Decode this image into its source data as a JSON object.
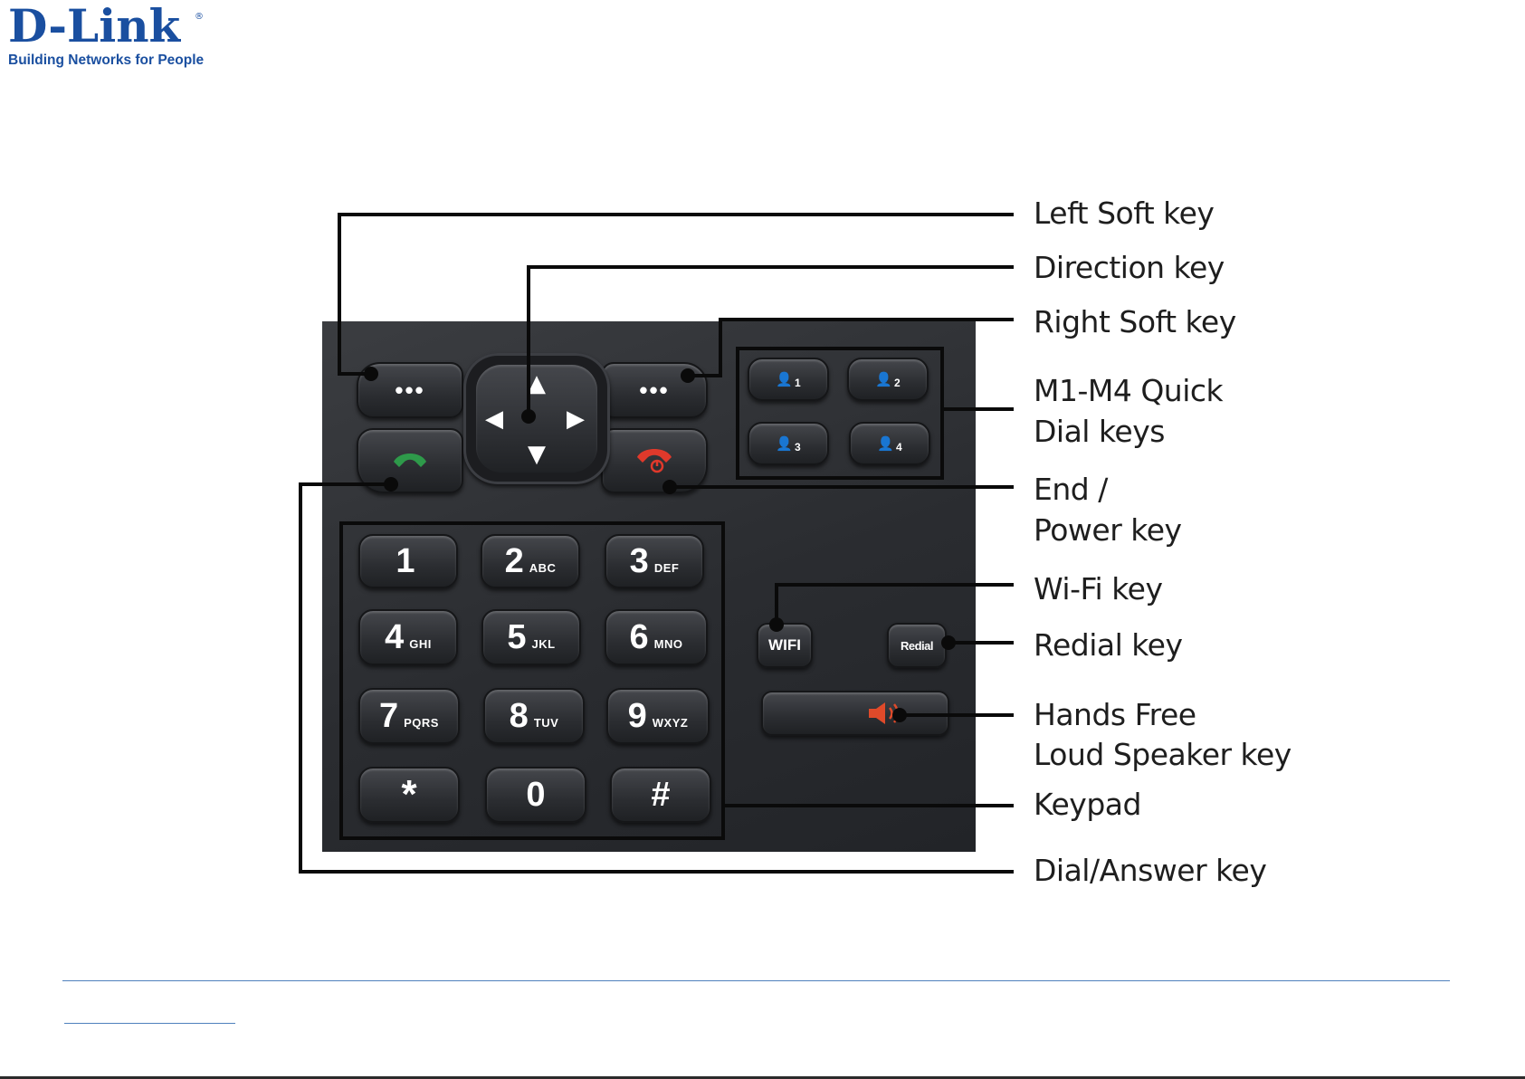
{
  "logo": {
    "name": "D-Link",
    "registered": "®",
    "tagline": "Building Networks for People"
  },
  "phone": {
    "soft_key_symbol": "•••",
    "quick_dial_keys": [
      "1",
      "2",
      "3",
      "4"
    ],
    "keypad": [
      {
        "num": "1",
        "letters": ""
      },
      {
        "num": "2",
        "letters": "ABC"
      },
      {
        "num": "3",
        "letters": "DEF"
      },
      {
        "num": "4",
        "letters": "GHI"
      },
      {
        "num": "5",
        "letters": "JKL"
      },
      {
        "num": "6",
        "letters": "MNO"
      },
      {
        "num": "7",
        "letters": "PQRS"
      },
      {
        "num": "8",
        "letters": "TUV"
      },
      {
        "num": "9",
        "letters": "WXYZ"
      },
      {
        "num": "*",
        "letters": ""
      },
      {
        "num": "0",
        "letters": ""
      },
      {
        "num": "#",
        "letters": ""
      }
    ],
    "wifi_key_text": "WIFI",
    "redial_key_text": "Redial",
    "colors": {
      "dial_green": "#2e9a4a",
      "end_red": "#e0392b",
      "speaker_red": "#e04a2a",
      "panel": "#2c2e32"
    }
  },
  "labels": {
    "left_soft_key": "Left Soft key",
    "direction_key": "Direction key",
    "right_soft_key": "Right Soft key",
    "quick_dial_line1": "M1-M4 Quick",
    "quick_dial_line2": "Dial keys",
    "end_power_line1": "End /",
    "end_power_line2": "Power key",
    "wifi_key": "Wi-Fi key",
    "redial_key": "Redial key",
    "hands_free_line1": "Hands Free",
    "hands_free_line2": "Loud Speaker key",
    "keypad": "Keypad",
    "dial_answer_key": "Dial/Answer key"
  },
  "icons": {
    "dial": "phone-green-icon",
    "end": "phone-red-icon",
    "speaker": "speaker-icon",
    "quick_dial": "person-icon"
  }
}
